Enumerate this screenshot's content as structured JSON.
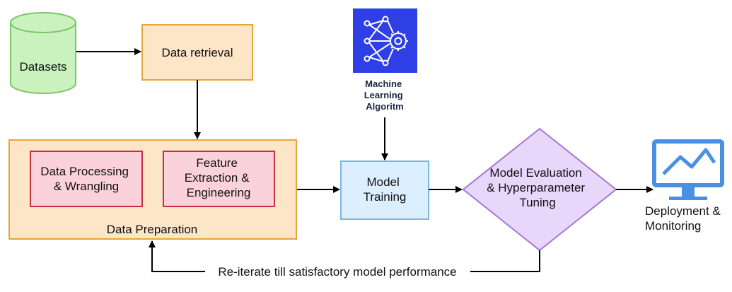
{
  "nodes": {
    "datasets": {
      "label": "Datasets",
      "fill": "#c9f2bf",
      "stroke": "#7ec46a"
    },
    "data_retrieval": {
      "label": "Data retrieval",
      "fill": "#fde5c8",
      "stroke": "#e8a33a"
    },
    "data_preparation": {
      "label": "Data Preparation",
      "fill": "#fde5c8",
      "stroke": "#e8a33a",
      "children": {
        "processing": {
          "lines": [
            "Data Processing",
            "& Wrangling"
          ],
          "fill": "#fbd2dc",
          "stroke": "#c4303f"
        },
        "feature": {
          "lines": [
            "Feature",
            "Extraction &",
            "Engineering"
          ],
          "fill": "#fbd2dc",
          "stroke": "#c4303f"
        }
      }
    },
    "ml_algorithm": {
      "lines": [
        "Machine",
        "Learning",
        "Algoritm"
      ],
      "icon": "neural-network-gear-icon",
      "fill": "#2f3fe6"
    },
    "model_training": {
      "lines": [
        "Model",
        "Training"
      ],
      "fill": "#dcefff",
      "stroke": "#7bb4e6"
    },
    "model_evaluation": {
      "lines": [
        "Model Evaluation",
        "& Hyperparameter",
        "Tuning"
      ],
      "fill": "#e8d6fb",
      "stroke": "#a178d6"
    },
    "deployment": {
      "lines": [
        "Deployment &",
        "Monitoring"
      ],
      "icon": "monitor-chart-icon",
      "color": "#4a90e2"
    }
  },
  "feedback_label": "Re-iterate till satisfactory model performance"
}
